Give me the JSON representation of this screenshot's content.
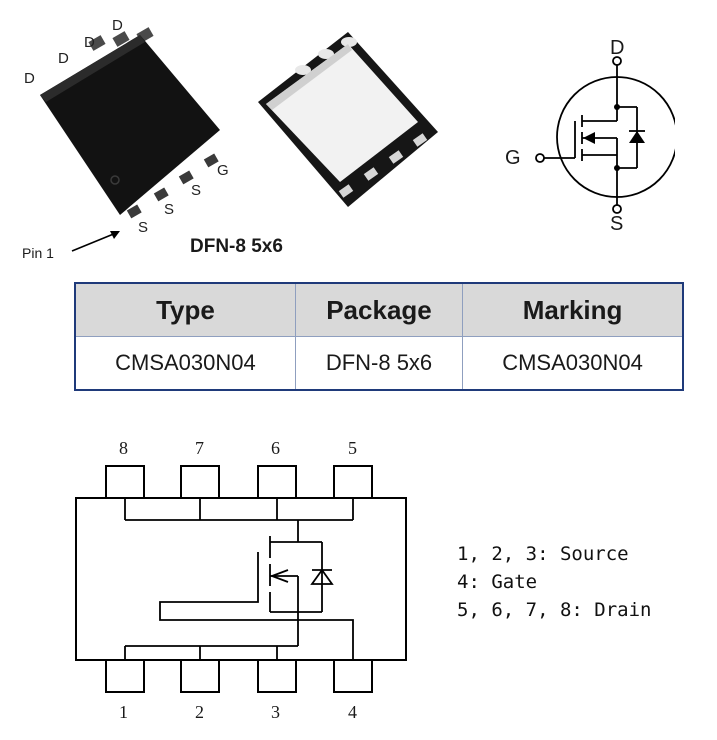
{
  "package_photo": {
    "pins_top": [
      "D",
      "D",
      "D",
      "D"
    ],
    "pins_bottom": [
      "S",
      "S",
      "S",
      "G"
    ],
    "pin1_label": "Pin 1",
    "package_name": "DFN-8 5x6"
  },
  "schematic_symbol": {
    "drain": "D",
    "gate": "G",
    "source": "S"
  },
  "table": {
    "headers": [
      "Type",
      "Package",
      "Marking"
    ],
    "row": [
      "CMSA030N04",
      "DFN-8 5x6",
      "CMSA030N04"
    ]
  },
  "pinout": {
    "top_pins": [
      "8",
      "7",
      "6",
      "5"
    ],
    "bottom_pins": [
      "1",
      "2",
      "3",
      "4"
    ],
    "legend": [
      "1, 2, 3: Source",
      "4: Gate",
      "5, 6, 7, 8: Drain"
    ]
  },
  "colors": {
    "table_border": "#1f3a7a",
    "header_bg": "#d9d9d9",
    "package_body": "#151515"
  }
}
